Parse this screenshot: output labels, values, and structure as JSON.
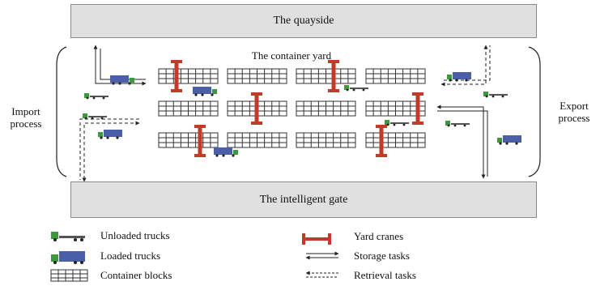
{
  "zones": {
    "quayside": "The quayside",
    "gate": "The intelligent gate",
    "yard": "The container yard"
  },
  "process": {
    "import_line1": "Import",
    "import_line2": "process",
    "export_line1": "Export",
    "export_line2": "process"
  },
  "legend": {
    "unloaded_trucks": "Unloaded trucks",
    "loaded_trucks": "Loaded trucks",
    "container_blocks": "Container blocks",
    "yard_cranes": "Yard cranes",
    "storage_tasks": "Storage tasks",
    "retrieval_tasks": "Retrieval tasks"
  },
  "colors": {
    "loaded_truck": "#4a5fa8",
    "truck_cab": "#3c9a3c",
    "crane": "#c23a2a",
    "grid_line": "#333333",
    "bar_fill": "#e0e0e0"
  }
}
